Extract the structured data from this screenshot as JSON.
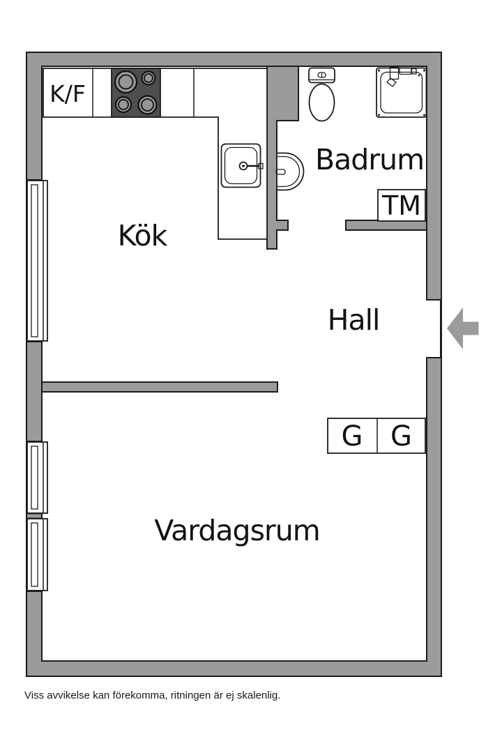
{
  "floorplan": {
    "rooms": [
      {
        "id": "kok",
        "label": "Kök"
      },
      {
        "id": "badrum",
        "label": "Badrum"
      },
      {
        "id": "hall",
        "label": "Hall"
      },
      {
        "id": "vardagsrum",
        "label": "Vardagsrum"
      }
    ],
    "fixtures": {
      "fridge_freezer_label": "K/F",
      "washing_machine_label": "TM",
      "wardrobe_left_label": "G",
      "wardrobe_right_label": "G"
    },
    "disclaimer": "Viss avvikelse kan förekomma, ritningen är ej skalenlig.",
    "colors": {
      "background": "#ffffff",
      "wall": "#9b9b9b",
      "outline": "#1c1c1c",
      "stove": "#4e4e4e",
      "text": "#121212"
    }
  }
}
